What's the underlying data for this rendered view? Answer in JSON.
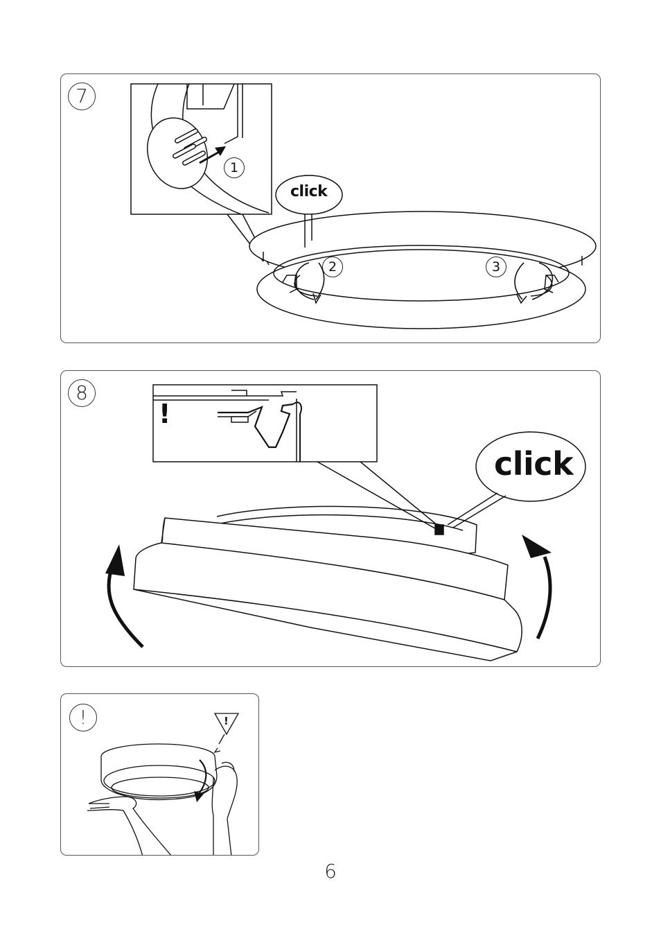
{
  "panels": {
    "step7": {
      "badge": "7",
      "click_label": "click",
      "substeps": [
        "1",
        "2",
        "3"
      ]
    },
    "step8": {
      "badge": "8",
      "click_label": "click",
      "warning_mark": "!"
    },
    "caution": {
      "badge": "!",
      "warning_mark": "!"
    }
  },
  "page": {
    "number": "6"
  }
}
